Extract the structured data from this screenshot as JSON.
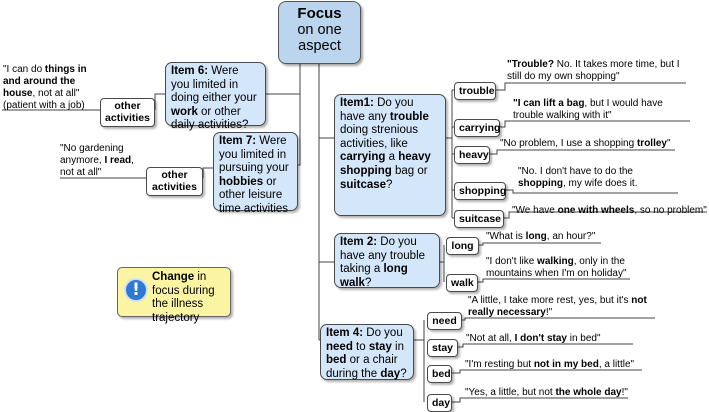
{
  "central": {
    "title": "Focus",
    "subtitle": "on one aspect"
  },
  "item1": {
    "p1": "Item1:",
    "p2": " Do you have any ",
    "p3": "trouble",
    "p4": " doing strenious activities, like ",
    "p5": "carrying",
    "p6": " a ",
    "p7": "heavy shopping",
    "p8": " bag or ",
    "p9": "suitcase",
    "p10": "?"
  },
  "item2": {
    "p1": "Item 2:",
    "p2": " Do you have any trouble taking a ",
    "p3": "long walk",
    "p4": "?"
  },
  "item4": {
    "p1": "Item 4:",
    "p2": " Do you ",
    "p3": "need",
    "p4": " to ",
    "p5": "stay",
    "p6": " in ",
    "p7": "bed",
    "p8": " or a chair during the ",
    "p9": "day",
    "p10": "?"
  },
  "item6": {
    "p1": "Item 6:",
    "p2": " Were you limited in doing either your ",
    "p3": "work",
    "p4": " or other daily activities?"
  },
  "item7": {
    "p1": "Item 7:",
    "p2": " Were you limited in pursuing your ",
    "p3": "hobbies",
    "p4": " or other leisure time activities"
  },
  "tags": {
    "trouble": "trouble",
    "carrying": "carrying",
    "heavy": "heavy",
    "shopping": "shopping",
    "suitcase": "suitcase",
    "long": "long",
    "walk": "walk",
    "need": "need",
    "stay": "stay",
    "bed": "bed",
    "day": "day",
    "other1": "other activities",
    "other2": "other activities"
  },
  "quotes": {
    "trouble": {
      "a": "\"Trouble?",
      "b": " No. It takes more time, but I still do my own shopping\""
    },
    "carrying": {
      "a": "\"I can lift a bag",
      "b": ", but I would have trouble walking with it\""
    },
    "heavy": {
      "a": "\"No problem, I use a shopping ",
      "b": "trolley",
      "c": "\""
    },
    "shopping": {
      "a": "\"No. I don't have to do the ",
      "b": "shopping",
      "c": ", my wife does it."
    },
    "suitcase": {
      "a": "\"We have ",
      "b": "one with wheels",
      "c": ", so no problem\""
    },
    "long": {
      "a": "\"What is ",
      "b": "long",
      "c": ", an hour?\""
    },
    "walk": {
      "a": "\"I don't like ",
      "b": "walking",
      "c": ", only in the mountains when I'm on holiday\""
    },
    "need": {
      "a": "\"A little, I take more rest, yes, but it's ",
      "b": "not really necessary",
      "c": "!\""
    },
    "stay": {
      "a": "\"Not at all, ",
      "b": "I don't stay",
      "c": " in bed\""
    },
    "bed": {
      "a": "\"I'm resting but ",
      "b": "not in my bed",
      "c": ", a little\""
    },
    "day": {
      "a": "\"Yes, a little, but not ",
      "b": "the whole day",
      "c": "!\""
    },
    "job": {
      "a": "\"I can do ",
      "b": "things in and around the house",
      "c": ", not at all\" (patient with a job)"
    },
    "garden": {
      "a": "\"No gardening anymore, ",
      "b": "I read",
      "c": ", not at all\""
    }
  },
  "note": {
    "a": "Change",
    "b": " in focus during the illness trajectory",
    "icon": "info-icon"
  }
}
